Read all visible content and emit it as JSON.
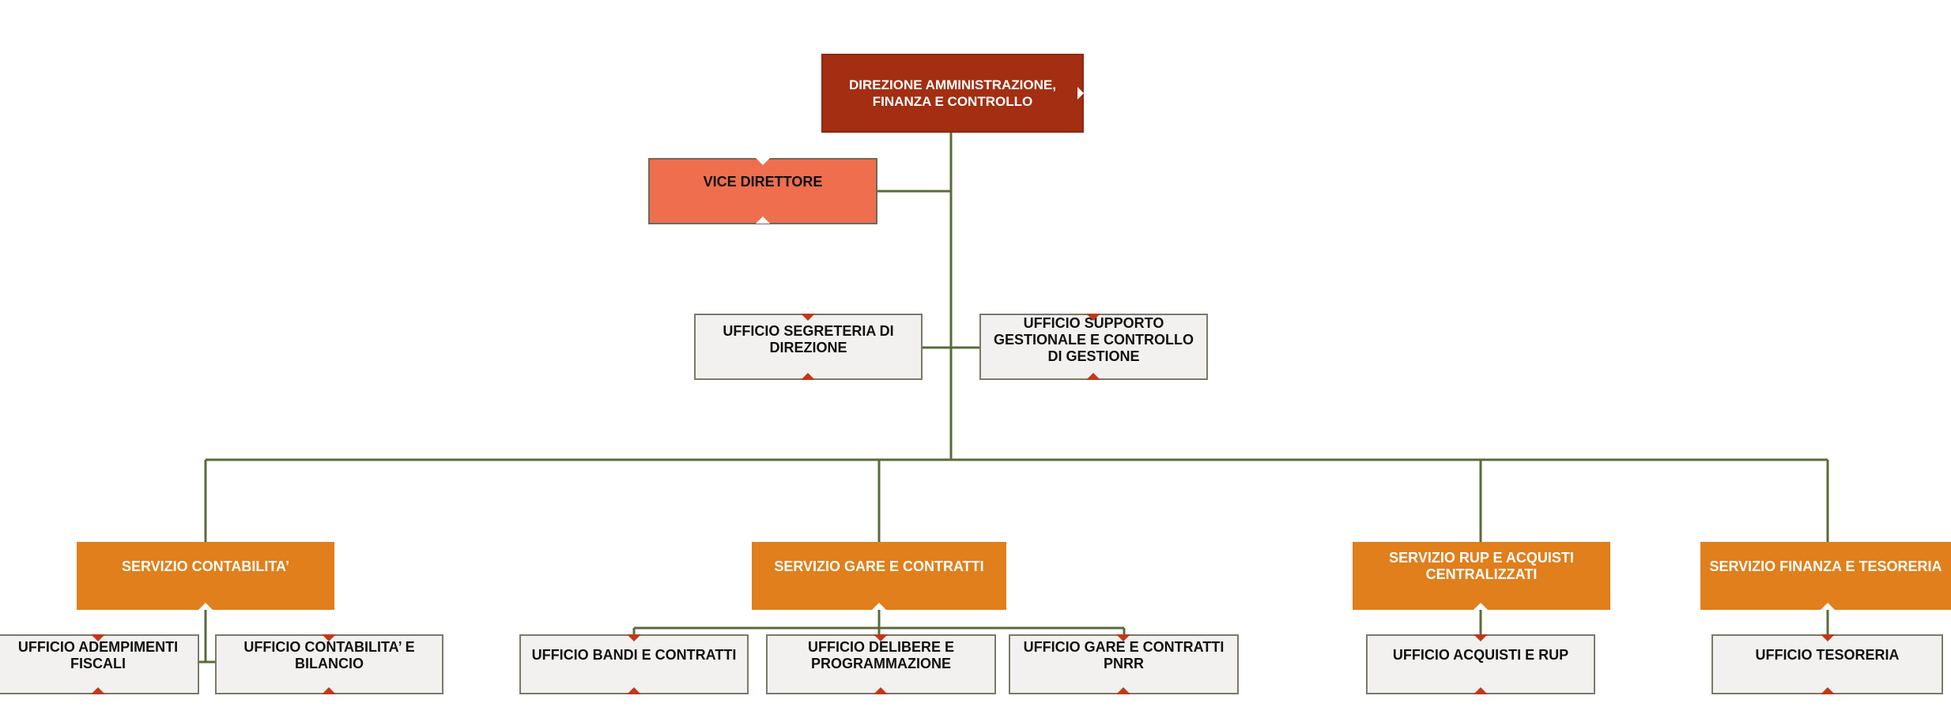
{
  "colors": {
    "connector": "#5a6b3a",
    "direzione_fill": "#a32e12",
    "vice_fill": "#ee6e4e",
    "servizio_fill": "#e07f1b",
    "ufficio_fill": "#f2f1ef",
    "marker": "#c0391b"
  },
  "direzione": {
    "label": "DIREZIONE AMMINISTRAZIONE, FINANZA E CONTROLLO"
  },
  "vice": {
    "label": "VICE DIRETTORE"
  },
  "staff": [
    {
      "label": "UFFICIO SEGRETERIA DI DIREZIONE"
    },
    {
      "label": "UFFICIO SUPPORTO GESTIONALE E CONTROLLO DI GESTIONE"
    }
  ],
  "servizi": [
    {
      "label": "SERVIZIO CONTABILITA’",
      "uffici": [
        {
          "label": "UFFICIO ADEMPIMENTI FISCALI"
        },
        {
          "label": "UFFICIO CONTABILITA’ E BILANCIO"
        }
      ]
    },
    {
      "label": "SERVIZIO GARE E CONTRATTI",
      "uffici": [
        {
          "label": "UFFICIO BANDI E CONTRATTI"
        },
        {
          "label": "UFFICIO DELIBERE E PROGRAMMAZIONE"
        },
        {
          "label": "UFFICIO GARE E CONTRATTI PNRR"
        }
      ]
    },
    {
      "label": "SERVIZIO  RUP E ACQUISTI CENTRALIZZATI",
      "uffici": [
        {
          "label": "UFFICIO ACQUISTI E RUP"
        }
      ]
    },
    {
      "label": "SERVIZIO  FINANZA E TESORERIA",
      "uffici": [
        {
          "label": "UFFICIO TESORERIA"
        }
      ]
    }
  ]
}
